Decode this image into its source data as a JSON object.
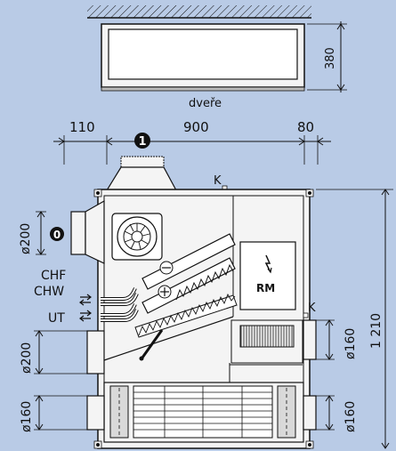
{
  "labels": {
    "door": "dveře",
    "door_height": "380",
    "dim_left": "110",
    "dim_middle": "900",
    "dim_right": "80",
    "badge_top": "1",
    "badge_side": "0",
    "k_top": "K",
    "k_right": "K",
    "inlet_diameter": "ø200",
    "chf": "CHF",
    "chw": "CHW",
    "ut": "UT",
    "rm": "RM",
    "lower_left_diameter": "ø200",
    "bottom_left_diameter": "ø160",
    "right_upper_diameter": "ø160",
    "right_lower_diameter": "ø160",
    "total_height": "1 210"
  },
  "colors": {
    "background": "#b9cbe6",
    "unit_fill": "#f4f4f4",
    "line": "#111111"
  },
  "icons": {
    "fan": "fan-icon",
    "electrical": "lightning-icon",
    "pipe_arrows": "double-arrow-icon"
  }
}
